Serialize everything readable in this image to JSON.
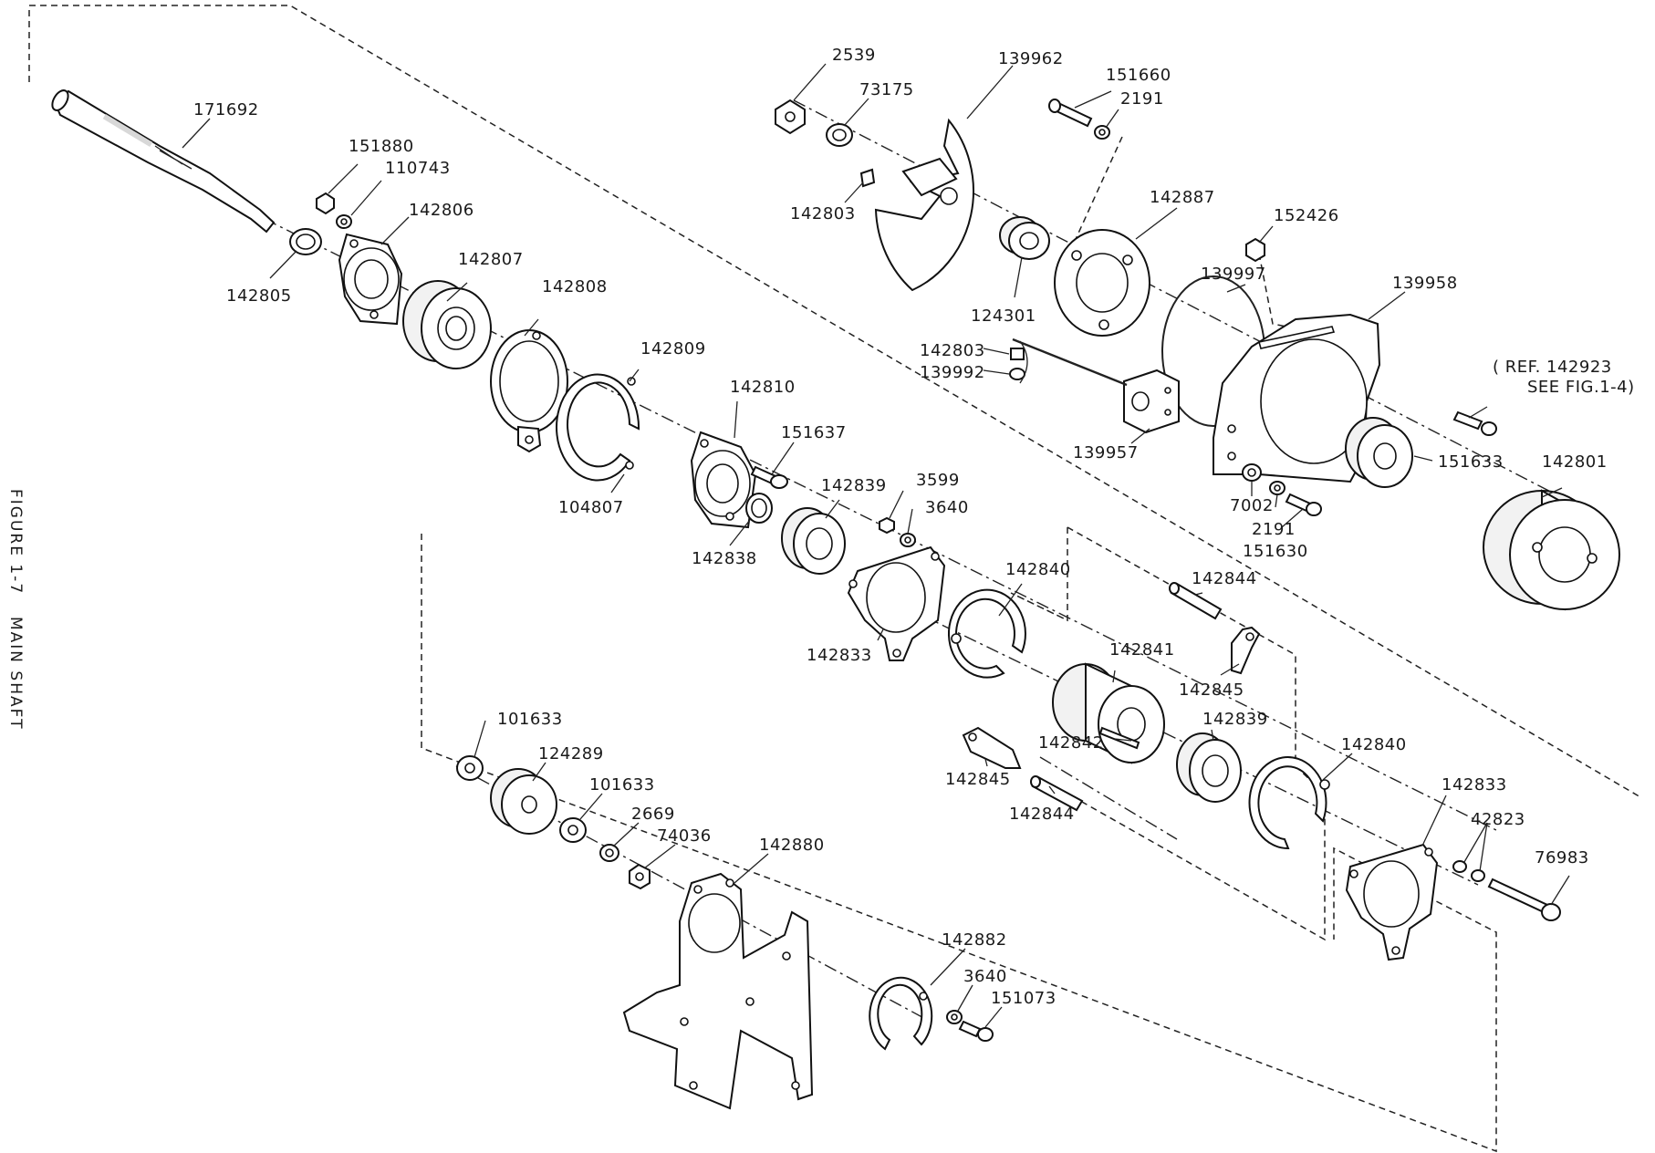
{
  "caption": {
    "figure": "FIGURE 1-7",
    "title": "MAIN SHAFT"
  },
  "parts": {
    "p171692": "171692",
    "p151880": "151880",
    "p110743": "110743",
    "p142806": "142806",
    "p142805": "142805",
    "p142807": "142807",
    "p142808": "142808",
    "p142809": "142809",
    "p104807": "104807",
    "p142810": "142810",
    "p151637": "151637",
    "p142838": "142838",
    "p142839a": "142839",
    "p3599": "3599",
    "p3640a": "3640",
    "p142833a": "142833",
    "p142840a": "142840",
    "p142844a": "142844",
    "p142845a": "142845",
    "p142841": "142841",
    "p142842": "142842",
    "p142845b": "142845",
    "p142844b": "142844",
    "p142839b": "142839",
    "p142840b": "142840",
    "p142833b": "142833",
    "p42823": "42823",
    "p76983": "76983",
    "p2539": "2539",
    "p73175": "73175",
    "p139962": "139962",
    "p151660": "151660",
    "p2191a": "2191",
    "p142803a": "142803",
    "p142887": "142887",
    "p152426": "152426",
    "p124301": "124301",
    "p139997": "139997",
    "p139958": "139958",
    "p142803b": "142803",
    "p139992": "139992",
    "p139957": "139957",
    "ref_line1": "( REF. 142923",
    "ref_line2": "SEE FIG.1-4)",
    "p151633": "151633",
    "p142801": "142801",
    "p7002": "7002",
    "p2191b": "2191",
    "p151630": "151630",
    "p101633a": "101633",
    "p124289": "124289",
    "p101633b": "101633",
    "p2669": "2669",
    "p74036": "74036",
    "p142880": "142880",
    "p142882": "142882",
    "p3640b": "3640",
    "p151073": "151073"
  }
}
